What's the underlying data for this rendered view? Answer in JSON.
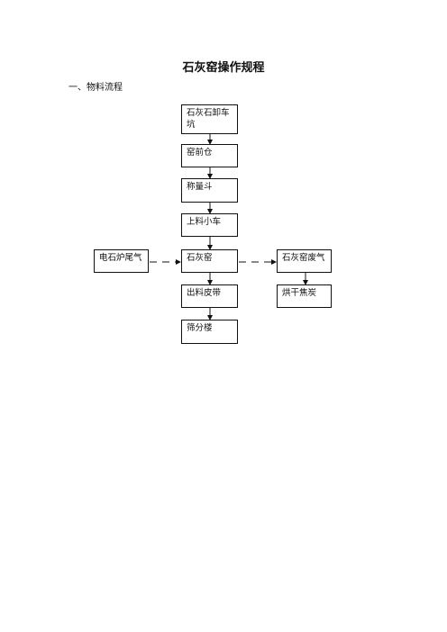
{
  "document": {
    "title": "石灰窑操作规程",
    "section_heading": "一、物料流程"
  },
  "flowchart": {
    "nodes": {
      "unload_pit": "石灰石卸车坑",
      "kiln_front_bin": "窑前仓",
      "weigh_hopper": "称量斗",
      "feed_cart": "上料小车",
      "lime_kiln": "石灰窑",
      "discharge_belt": "出料皮带",
      "screening_building": "筛分楼",
      "carbide_furnace_tail_gas": "电石炉尾气",
      "kiln_waste_gas": "石灰窑废气",
      "coke_drying": "烘干焦炭"
    }
  }
}
